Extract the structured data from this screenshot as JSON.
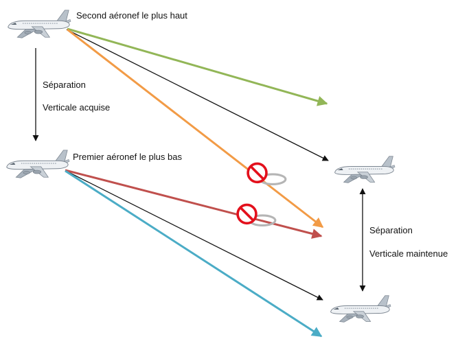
{
  "labels": {
    "top_aircraft": "Second aéronef le plus haut",
    "bottom_aircraft": "Premier aéronef le plus bas",
    "left_sep_line1": "Séparation",
    "left_sep_line2": "Verticale acquise",
    "right_sep_line1": "Séparation",
    "right_sep_line2": "Verticale maintenue"
  },
  "colors": {
    "green": "#92b657",
    "orange": "#f29b46",
    "red": "#c0504d",
    "blue": "#4bacc6",
    "black": "#111111",
    "prohibition": "#e3101c"
  },
  "icons": {
    "aircraft": "aircraft-icon",
    "prohibited": "prohibited-icon"
  }
}
